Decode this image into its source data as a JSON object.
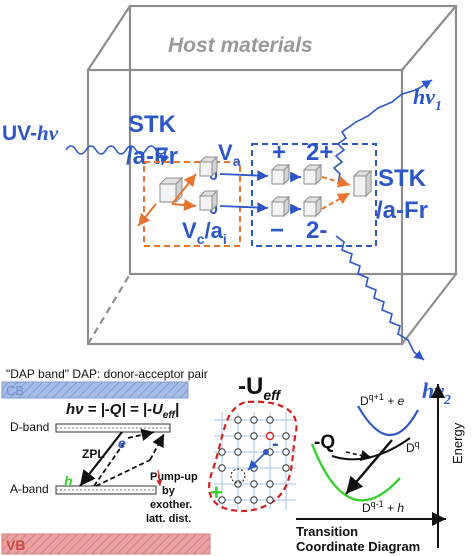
{
  "colors": {
    "blue": "#2b57c9",
    "orange": "#e5752f",
    "red": "#d42020",
    "green": "#33d12a",
    "cb_fill": "#a7bde6",
    "vb_fill": "#e9a3a3",
    "box_edge": "#8e8e8e"
  },
  "top": {
    "host_materials": "Host materials",
    "uv_prefix": "UV-",
    "uv_hv": "hν",
    "hv1": "hν",
    "hv1_sub": "1",
    "hv2": "hν",
    "hv2_sub": "2",
    "stk_left_1": "STK",
    "stk_left_2": "/a-Fr",
    "stk_right_1": "STK",
    "stk_right_2": "/a-Fr",
    "va_main": "V",
    "va_sub": "a",
    "vc_main": "V",
    "vc_sub": "c",
    "ai_main": "/a",
    "ai_sub": "i",
    "zero_top": "0",
    "zero_bottom": "0",
    "plus": "+",
    "two_plus": "2+",
    "minus": "−",
    "two_minus": "2-"
  },
  "bottom": {
    "dap_band": "\"DAP band\" DAP: donor-acceptor pair",
    "cb": "CB",
    "vb": "VB",
    "hv_eq": "hν = |-Q| = |-U",
    "hv_eq_sub": "eff",
    "hv_eq_end": "|",
    "d_band": "D-band",
    "a_band": "A-band",
    "zpl": "ZPL",
    "e": "e",
    "h": "h",
    "pump_1": "Pump-up",
    "pump_2": "by",
    "pump_3": "exother.",
    "pump_4": "latt. dist.",
    "ueff_main": "-U",
    "ueff_sub": "eff",
    "lattice_minus": "-",
    "lattice_plus": "+",
    "neg_q": "-Q",
    "dq1e_main": "D",
    "dq1e_sup": "q+1",
    "dq1e_end": " + e",
    "dq_main": "D",
    "dq_sup": "q",
    "dq1h_main": "D",
    "dq1h_sup": "q-1",
    "dq1h_end": " + h",
    "energy": "Energy",
    "transition_1": "Transition",
    "transition_2": "Coordinate Diagram"
  }
}
